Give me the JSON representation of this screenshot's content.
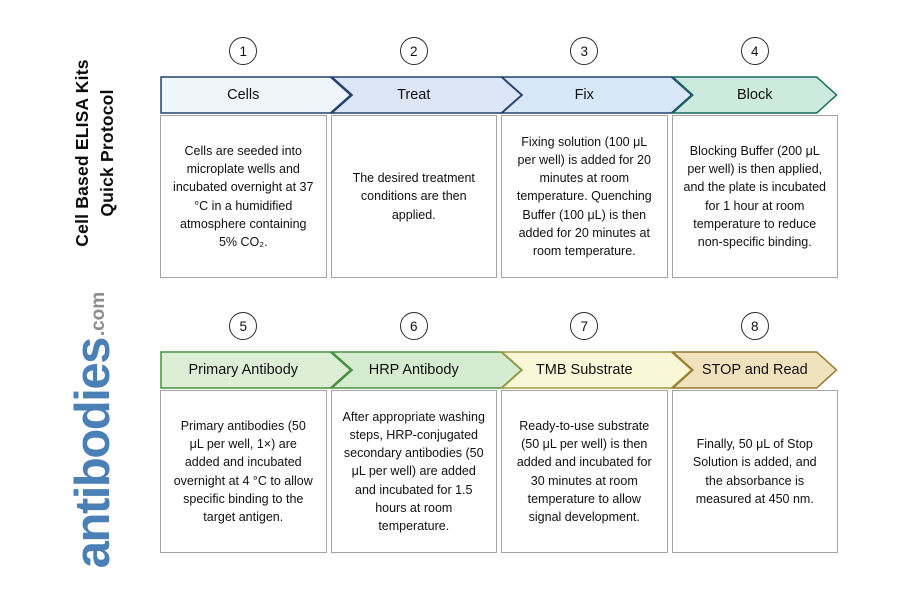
{
  "sidebar": {
    "title_line1": "Cell Based ELISA Kits",
    "title_line2": "Quick Protocol",
    "logo_text": "antibodies",
    "logo_suffix": ".com",
    "logo_color": "#4a80b6",
    "logo_suffix_color": "#8c8c8c"
  },
  "steps": [
    {
      "number": "1",
      "title": "Cells",
      "description": "Cells are seeded into microplate wells and incubated overnight at 37 °C in a humidified atmosphere containing 5% CO₂.",
      "fill": "#eef5fb",
      "stroke": "#23416d"
    },
    {
      "number": "2",
      "title": "Treat",
      "description": "The desired treatment conditions are then applied.",
      "fill": "#dde6f7",
      "stroke": "#23416d"
    },
    {
      "number": "3",
      "title": "Fix",
      "description": "Fixing solution (100 μL per well) is added for 20 minutes at room temperature. Quenching Buffer (100 μL) is then added for 20 minutes at room temperature.",
      "fill": "#d9e8f8",
      "stroke": "#23416d"
    },
    {
      "number": "4",
      "title": "Block",
      "description": "Blocking Buffer (200 μL per well) is then applied, and the plate is incubated for 1 hour at room temperature to reduce non-specific binding.",
      "fill": "#cdeade",
      "stroke": "#176a5f"
    },
    {
      "number": "5",
      "title": "Primary Antibody",
      "description": "Primary antibodies (50 μL per well, 1×) are added and incubated overnight at 4 °C to allow specific binding to the target antigen.",
      "fill": "#dcefd6",
      "stroke": "#48903e"
    },
    {
      "number": "6",
      "title": "HRP Antibody",
      "description": "After appropriate washing steps, HRP-conjugated secondary antibodies (50 μL per well) are added and incubated for 1.5 hours at room temperature.",
      "fill": "#d6ecd0",
      "stroke": "#48903e"
    },
    {
      "number": "7",
      "title": "TMB Substrate",
      "description": "Ready-to-use substrate (50 μL per well) is then added and incubated for 30 minutes at room temperature to allow signal development.",
      "fill": "#faf7d9",
      "stroke": "#a29a44"
    },
    {
      "number": "8",
      "title": "STOP and Read",
      "description": "Finally, 50 μL of Stop Solution is added, and the absorbance is measured at 450 nm.",
      "fill": "#efe2bd",
      "stroke": "#97762e"
    }
  ]
}
